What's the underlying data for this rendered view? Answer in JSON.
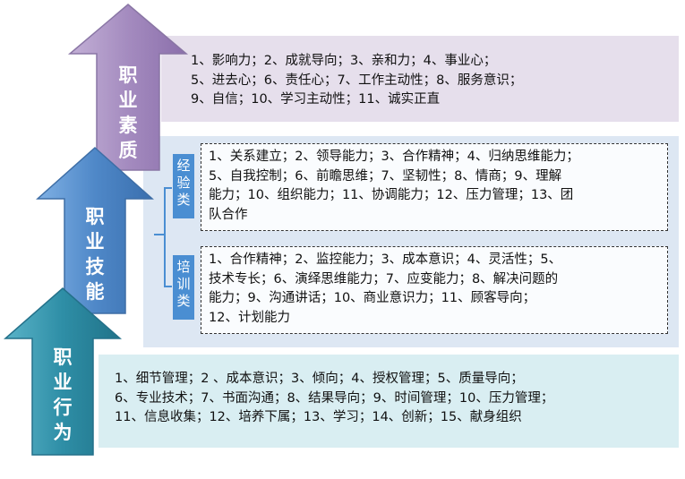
{
  "top": {
    "title": [
      "职",
      "业",
      "素",
      "质"
    ],
    "lines": [
      "1、影响力；2、成就导向；3、亲和力；4、事业心；",
      "5、进去心；6、责任心；7、工作主动性；8、服务意识；",
      "9、自信；10、学习主动性；11、诚实正直"
    ],
    "color": "#a48bbf"
  },
  "middle": {
    "title": [
      "职",
      "业",
      "技",
      "能"
    ],
    "color": "#4f88c8",
    "experience": {
      "tag": [
        "经",
        "验",
        "类"
      ],
      "lines": [
        "1、关系建立；2、领导能力；3、合作精神；4、归纳思维能力；",
        "5、自我控制；6、前瞻思维；7、坚韧性；8、情商；9、理解",
        "能力；10、组织能力；11、协调能力；12、压力管理；13、团",
        "队合作"
      ]
    },
    "training": {
      "tag": [
        "培",
        "训",
        "类"
      ],
      "lines": [
        "1、合作精神；2、监控能力；3、成本意识；4、灵活性；5、",
        "技术专长；6、演绎思维能力；7、应变能力；8、解决问题的",
        "能力；9、沟通讲话；10、商业意识力；11、顾客导向；",
        "12、计划能力"
      ]
    }
  },
  "bottom": {
    "title": [
      "职",
      "业",
      "行",
      "为"
    ],
    "color": "#2e8ea6",
    "lines": [
      "1、细节管理；2 、成本意识；3、倾向；4、授权管理；5、质量导向；",
      "6、专业技术；7、书面沟通；8、结果导向；9、时间管理；10、压力管理；",
      "11、信息收集；12、培养下属；13、学习；14、创新；15、献身组织"
    ]
  }
}
